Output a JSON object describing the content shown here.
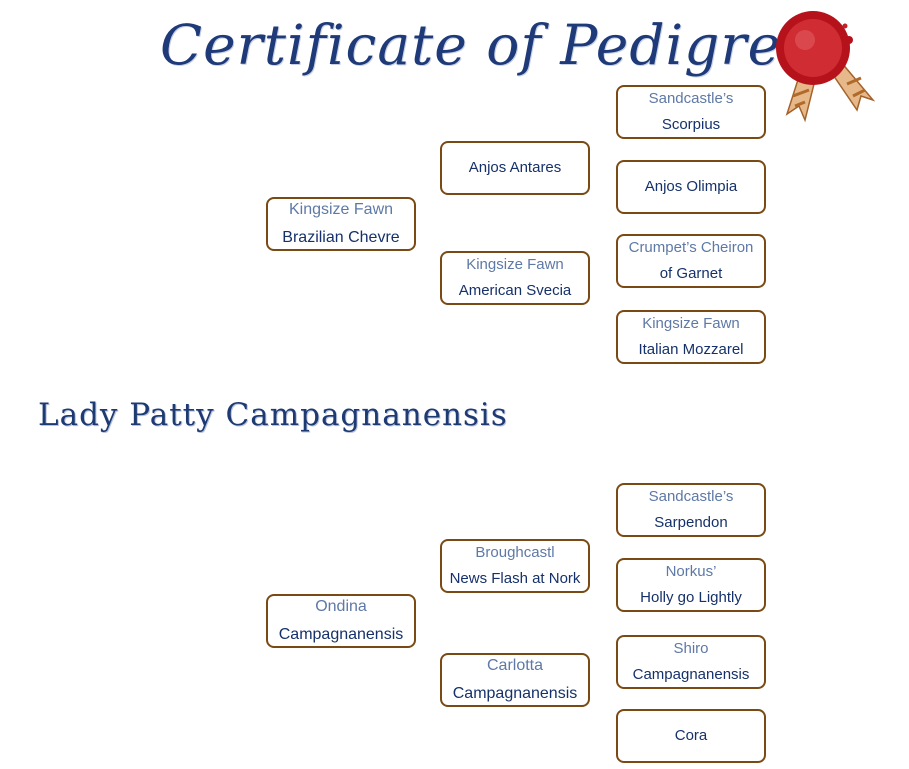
{
  "certificate": {
    "title": "Certificate of Pedigree",
    "subject_name": "Lady Patty Campagnanensis",
    "colors": {
      "title": "#1f3a78",
      "box_border": "#7a4a14",
      "prefix_text": "#5e79a6",
      "name_text": "#16316a",
      "seal": "#b5121b"
    },
    "seal_icon": "wax-seal-icon"
  },
  "pedigree": {
    "sire": {
      "prefix": "Kingsize Fawn",
      "name": "Brazilian Chevre"
    },
    "sire_sire": {
      "prefix": "",
      "name": "Anjos Antares"
    },
    "sire_dam": {
      "prefix": "Kingsize Fawn",
      "name": "American Svecia"
    },
    "sire_sire_sire": {
      "prefix": "Sandcastle’s",
      "name": "Scorpius"
    },
    "sire_sire_dam": {
      "prefix": "",
      "name": "Anjos Olimpia"
    },
    "sire_dam_sire": {
      "prefix": "Crumpet’s Cheiron",
      "name": "of Garnet"
    },
    "sire_dam_dam": {
      "prefix": "Kingsize Fawn",
      "name": "Italian Mozzarel"
    },
    "dam": {
      "prefix": "Ondina",
      "name": "Campagnanensis"
    },
    "dam_sire": {
      "prefix": "Broughcastl",
      "name": "News Flash at Nork"
    },
    "dam_dam": {
      "prefix": "Carlotta",
      "name": "Campagnanensis"
    },
    "dam_sire_sire": {
      "prefix": "Sandcastle’s",
      "name": "Sarpendon"
    },
    "dam_sire_dam": {
      "prefix": "Norkus’",
      "name": "Holly go Lightly"
    },
    "dam_dam_sire": {
      "prefix": "Shiro",
      "name": "Campagnanensis"
    },
    "dam_dam_dam": {
      "prefix": "",
      "name": "Cora"
    }
  }
}
